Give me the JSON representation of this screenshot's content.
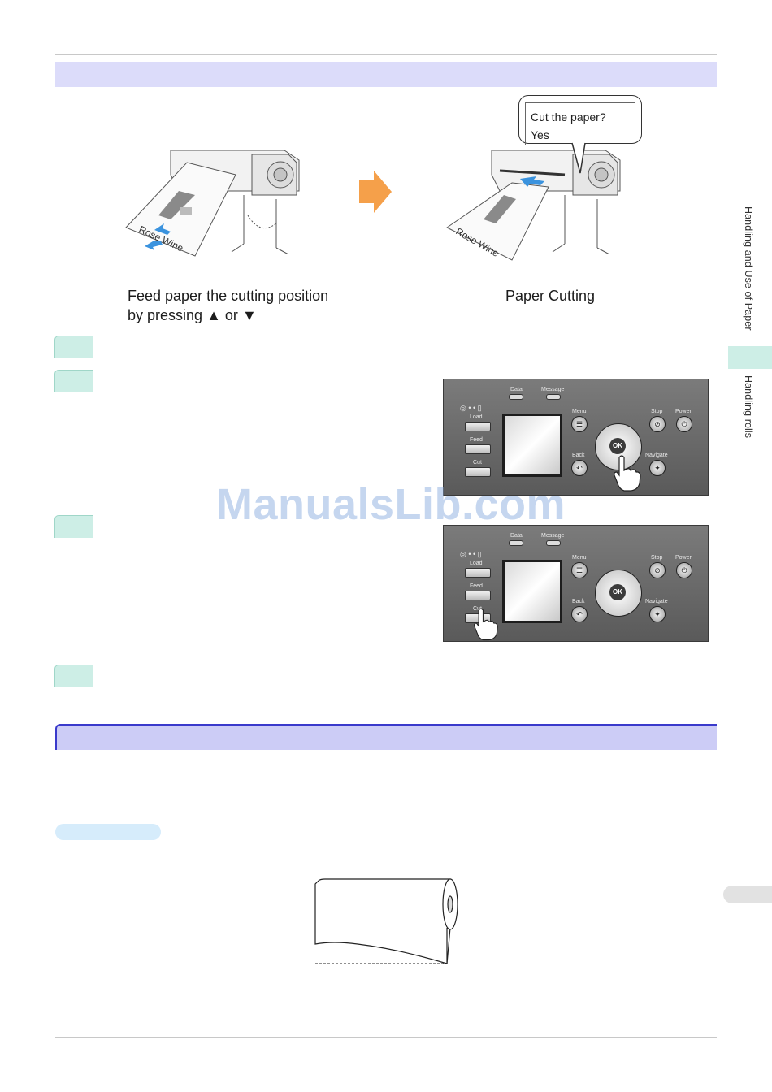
{
  "captions": {
    "left_line1": "Feed paper the cutting position",
    "left_line2_prefix": "by pressing",
    "left_line2_up": "▲",
    "left_line2_or": "or",
    "left_line2_down": "▼",
    "right": "Paper Cutting"
  },
  "speech_bubble": {
    "line1": "Cut the paper?",
    "line2": "Yes"
  },
  "panel": {
    "data_label": "Data",
    "message_label": "Message",
    "load_label": "Load",
    "feed_label": "Feed",
    "cut_label": "Cut",
    "menu_label": "Menu",
    "back_label": "Back",
    "stop_label": "Stop",
    "power_label": "Power",
    "navigate_label": "Navigate",
    "ok_label": "OK"
  },
  "illustration": {
    "paper_text": "Rose Wine"
  },
  "side_tabs": {
    "chapter": "Handling and Use of Paper",
    "section": "Handling rolls"
  },
  "watermark": "ManualsLib.com",
  "colors": {
    "section_bar": "#dcdcfa",
    "step_tab": "#cdeee6",
    "arrow": "#f5a04a",
    "highlight_arrow": "#2d8fdc"
  }
}
